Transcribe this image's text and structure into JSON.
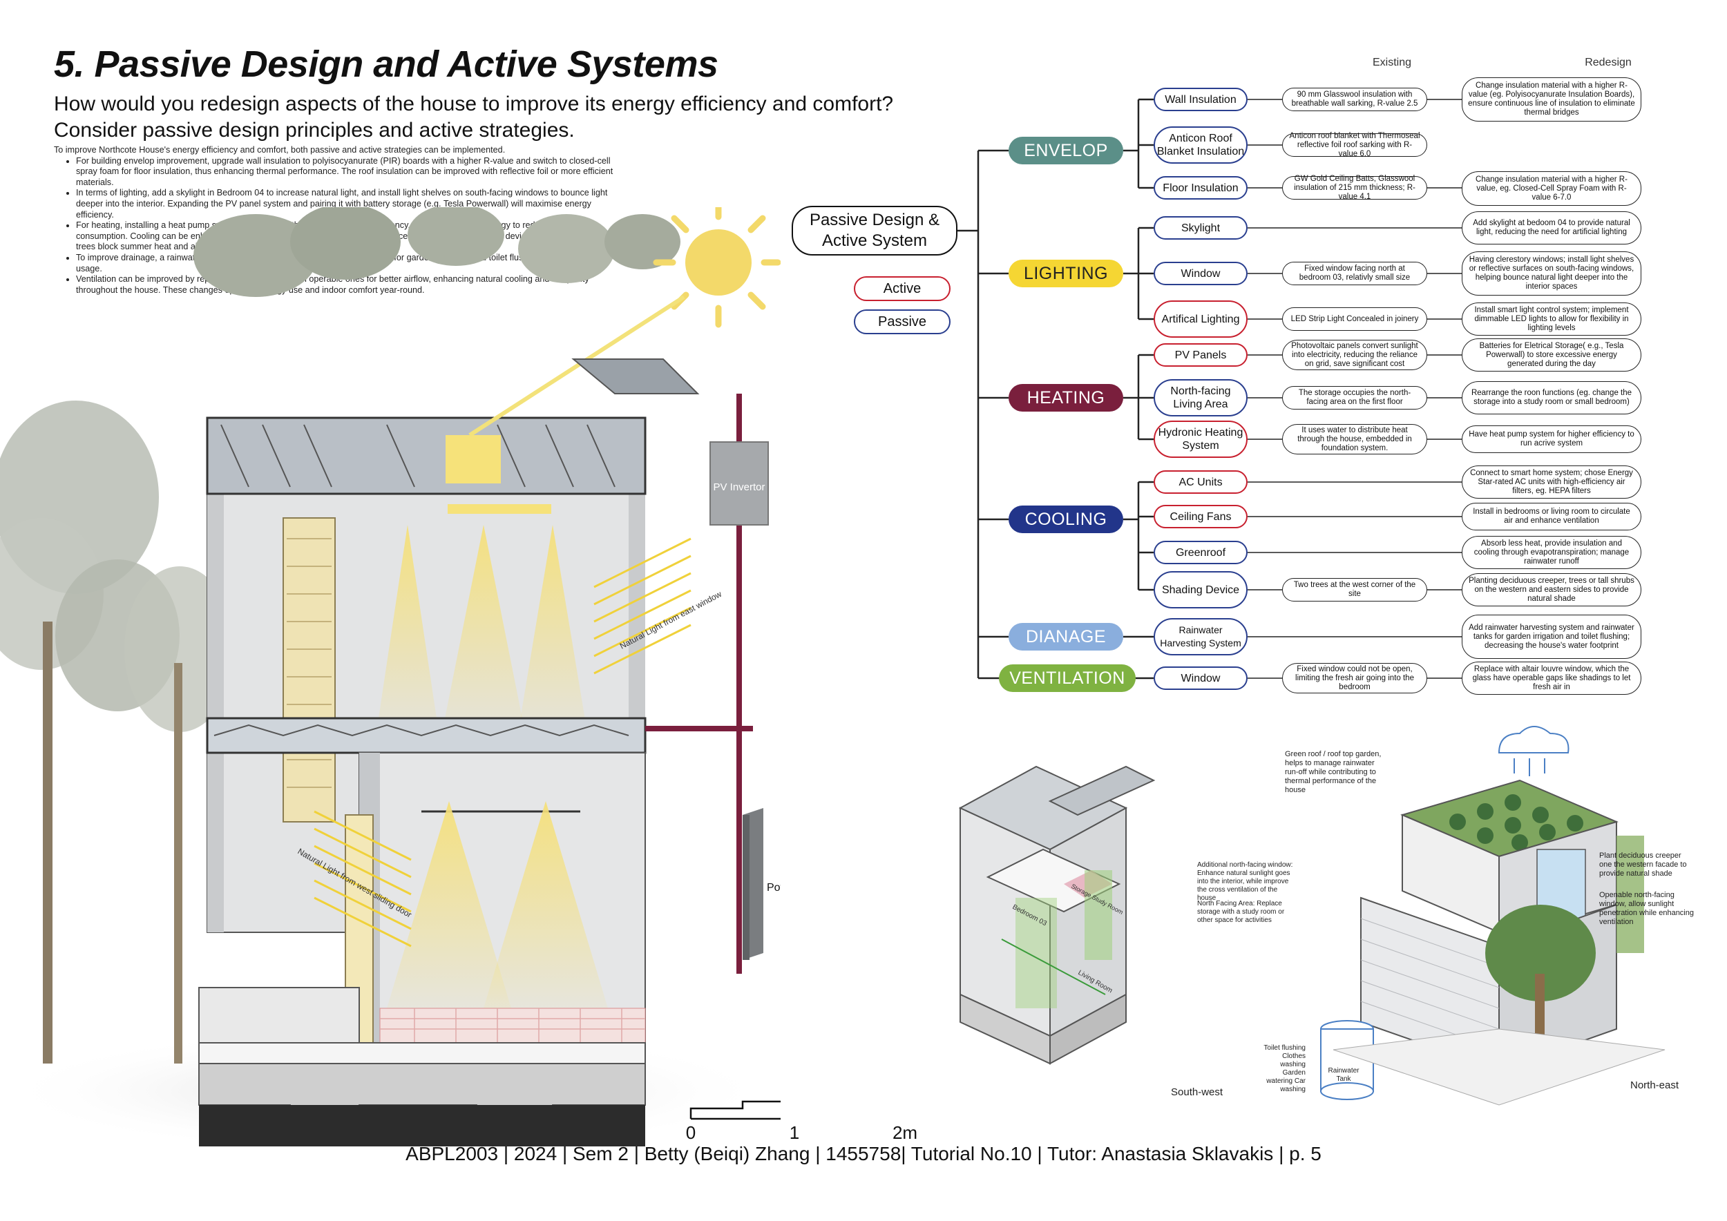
{
  "page": {
    "title": "5. Passive Design and Active Systems",
    "question": "How would you redesign aspects of the house to improve its energy efficiency and comfort? Consider passive design principles and active strategies.",
    "intro": "To improve Northcote House's energy efficiency and comfort, both passive and active strategies can be implemented.",
    "bullets": [
      "For building envelop improvement, upgrade wall insulation to polyisocyanurate (PIR) boards with a higher R-value and switch to closed-cell spray foam for floor insulation, thus enhancing thermal performance. The roof insulation can be improved with reflective foil or more efficient materials.",
      "In terms of lighting, add a skylight in Bedroom 04 to increase natural light, and install light shelves on south-facing windows to bounce light deeper into the interior. Expanding the PV panel system and pairing it with battery storage (e.g. Tesla Powerwall) will maximise energy efficiency.",
      "For heating, installing a heat pump system can improve the hydronic heating efficiency, using stored solar energy to reduce energy consumption. Cooling can be enhanced with ceiling fans in bedrooms and living spaces, while external shading devices and deciduous trees block summer heat and allow winter sunlight.",
      "To improve drainage, a rainwater harvesting system can be added to collect runoff for garden irrigation and toilet flushing, reducing water usage.",
      "Ventilation can be improved by replacing fixed windows with operable ones for better airflow, enhancing natural cooling and air quality throughout the house. These changes optimize energy use and indoor comfort year-round."
    ],
    "footer": "ABPL2003 | 2024 | Sem 2 | Betty (Beiqi) Zhang | 1455758| Tutorial No.10 | Tutor: Anastasia Sklavakis | p. 5"
  },
  "section_drawing": {
    "pv_invertor": "PV Invertor",
    "powerwall": "Powerwall",
    "light_east": "Natural Light from east window",
    "light_west": "Natural Light from west sliding door",
    "scale_labels": [
      "0",
      "1",
      "2m"
    ]
  },
  "mindmap": {
    "root": "Passive Design & Active System",
    "legend": {
      "active": "Active",
      "passive": "Passive"
    },
    "col_existing": "Existing",
    "col_redesign": "Redesign",
    "colors": {
      "active": "#c8202f",
      "passive": "#2a3f8f",
      "envelop": "#5b8f88",
      "lighting": "#f5d633",
      "heating": "#7a1f3d",
      "cooling": "#22358a",
      "dianage": "#8aaedd",
      "ventilation": "#7fb241"
    },
    "categories": [
      {
        "name": "ENVELOP",
        "items": [
          {
            "label": "Wall Insulation",
            "kind": "passive",
            "existing": "90 mm Glasswool insulation with breathable wall sarking, R-value 2.5",
            "redesign": "Change insulation material with a higher R-value (eg. Polyisocyanurate Insulation Boards), ensure continuous line of insulation to eliminate thermal bridges"
          },
          {
            "label": "Anticon Roof Blanket Insulation",
            "kind": "passive",
            "existing": "Anticon roof blanket with Thermoseal reflective foil roof sarking with R-value 6.0",
            "redesign": ""
          },
          {
            "label": "Floor Insulation",
            "kind": "passive",
            "existing": "GW Gold Ceiling Batts, Glasswool insulation of 215 mm thickness; R-value 4.1",
            "redesign": "Change insulation material with a higher R-value, eg. Closed-Cell Spray Foam with R-value 6-7.0"
          }
        ]
      },
      {
        "name": "LIGHTING",
        "items": [
          {
            "label": "Skylight",
            "kind": "passive",
            "existing": "",
            "redesign": "Add skylight at bedoom 04 to provide natural light, reducing the need for artificial lighting"
          },
          {
            "label": "Window",
            "kind": "passive",
            "existing": "Fixed window facing north at bedroom 03, relativly small size",
            "redesign": "Having clerestory windows; install light shelves or reflective surfaces on south-facing windows, helping bounce natural light deeper into the interior spaces"
          },
          {
            "label": "Artifical Lighting",
            "kind": "active",
            "existing": "LED Strip Light Concealed in joinery",
            "redesign": "Install smart light control system; implement dimmable LED lights to allow for flexibility in lighting levels"
          }
        ]
      },
      {
        "name": "HEATING",
        "items": [
          {
            "label": "PV Panels",
            "kind": "active",
            "existing": "Photovoltaic panels convert sunlight into electricity, reducing the reliance on grid, save significant cost",
            "redesign": "Batteries for Eletrical Storage( e.g., Tesla Powerwall) to store excessive energy generated during the day"
          },
          {
            "label": "North-facing Living Area",
            "kind": "passive",
            "existing": "The storage occupies the north-facing area on the first floor",
            "redesign": "Rearrange the roon functions (eg. change the storage into a study room or small bedroom)"
          },
          {
            "label": "Hydronic Heating System",
            "kind": "active",
            "existing": "It uses water to distribute heat through the house, embedded in foundation system.",
            "redesign": "Have heat pump system for higher efficiency to run acrive system"
          }
        ]
      },
      {
        "name": "COOLING",
        "items": [
          {
            "label": "AC Units",
            "kind": "active",
            "existing": "",
            "redesign": "Connect to smart home system; chose Energy Star-rated AC units with high-efficiency air filters, eg. HEPA filters"
          },
          {
            "label": "Ceiling Fans",
            "kind": "active",
            "existing": "",
            "redesign": "Install in bedrooms or living room to circulate air and enhance ventilation"
          },
          {
            "label": "Greenroof",
            "kind": "passive",
            "existing": "",
            "redesign": "Absorb less heat, provide insulation and cooling through evapotranspiration; manage rainwater runoff"
          },
          {
            "label": "Shading Device",
            "kind": "passive",
            "existing": "Two trees at the west corner of the site",
            "redesign": "Planting deciduous creeper, trees or tall shrubs on the western and eastern sides to provide natural shade"
          }
        ]
      },
      {
        "name": "DIANAGE",
        "items": [
          {
            "label": "Rainwater Harvesting System",
            "kind": "passive",
            "existing": "",
            "redesign": "Add rainwater harvesting system and rainwater tanks for garden irrigation and toilet flushing; decreasing the house's water footprint"
          }
        ]
      },
      {
        "name": "VENTILATION",
        "items": [
          {
            "label": "Window",
            "kind": "passive",
            "existing": "Fixed window could not be open, limiting the fresh air going into the bedroom",
            "redesign": "Replace with altair louvre window, which the glass have operable gaps like shadings to let fresh air in"
          }
        ]
      }
    ]
  },
  "southwest": {
    "label": "South-west",
    "note1": "Additional north-facing window: Enhance natural sunlight goes into the interior, while improve the cross ventilation of the house",
    "note2": "North Facing Area: Replace storage with a study room or other space for activities",
    "bedroom": "Bedroom 03",
    "storage": "Storage Study Room",
    "living": "Living Room"
  },
  "northeast": {
    "label": "North-east",
    "note_green": "Green roof / roof top garden, helps to manage rainwater run-off while contributing to thermal performance of the house",
    "note_creeper": "Plant deciduous creeper one the western facade to provide natural shade",
    "note_window": "Openable north-facing window, allow sunlight penetration while enhancing ventilation",
    "tank": "Rainwater Tank",
    "tank_uses": "Toilet flushing Clothes washing Garden watering Car washing"
  }
}
